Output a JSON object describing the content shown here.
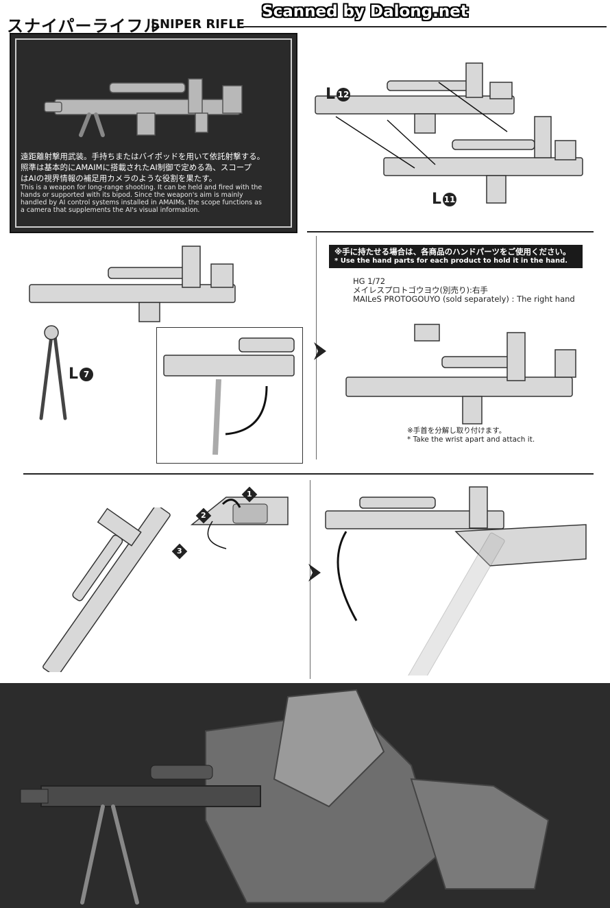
{
  "header": {
    "title_jp": "スナイパーライフル",
    "title_en": "SNIPER RIFLE"
  },
  "watermark": "Scanned by Dalong.net",
  "intro": {
    "jp": "遠距離射撃用武装。手持ちまたはバイポッドを用いて依託射撃する。\n照準は基本的にAMAIMに搭載されたAI制御で定める為、スコープ\nはAIの視界情報の補足用カメラのような役割を果たす。",
    "en": "This is a weapon for long-range shooting. It can be held and fired with the\nhands or supported with its bipod. Since the weapon's aim is mainly\nhandled by AI control systems installed in AMAIMs, the scope functions as\na camera that supplements the AI's visual information."
  },
  "parts": {
    "p12": {
      "letter": "L",
      "num": "12"
    },
    "p11": {
      "letter": "L",
      "num": "11"
    },
    "p7": {
      "letter": "L",
      "num": "7"
    }
  },
  "hand_note": {
    "jp": "※手に持たせる場合は、各商品のハンドパーツをご使用ください。",
    "en": "* Use the hand parts for each product to hold it in the hand."
  },
  "hand_product": {
    "scale": "HG 1/72",
    "name_jp": "メイレスプロトゴウヨウ(別売り):右手",
    "name_en": "MAILeS PROTOGOUYO (sold separately) : The right hand"
  },
  "wrist_note": {
    "jp": "※手首を分解し取り付けます。",
    "en": "* Take the wrist apart and attach it."
  },
  "steps": [
    "1",
    "2",
    "3"
  ],
  "colors": {
    "dark_panel": "#2a2a2a",
    "ink": "#222222",
    "photo_bg": "#2c2c2c"
  }
}
